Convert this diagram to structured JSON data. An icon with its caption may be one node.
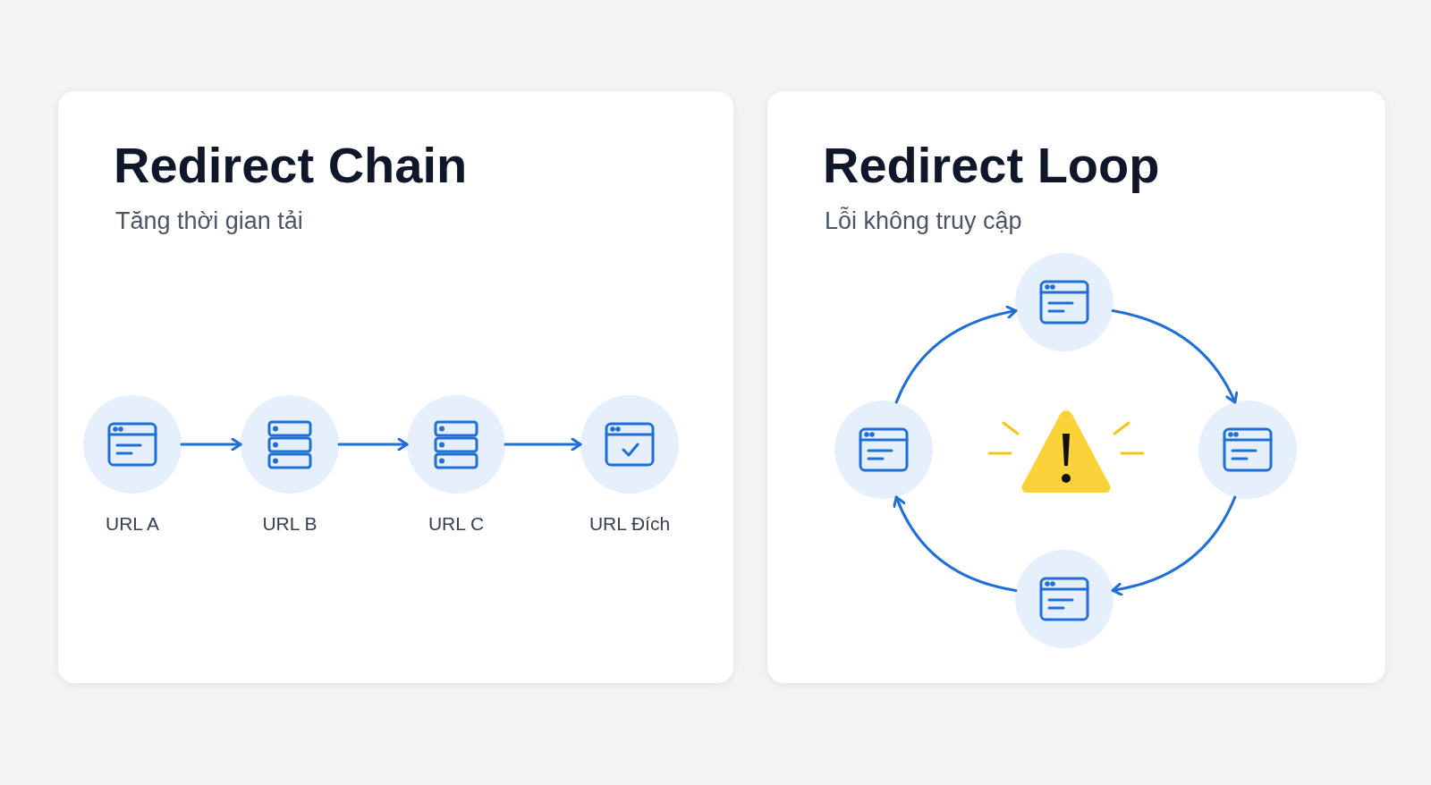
{
  "diagram": {
    "nodes": [
      {
        "text": [
          "Redirect Chain",
          "Tăng thời gian tải"
        ]
      },
      {
        "text": [
          "URL A"
        ],
        "in": 0
      },
      {
        "text": [
          "URL B"
        ],
        "in": 0
      },
      {
        "text": [
          "URL C"
        ],
        "in": 0
      },
      {
        "text": [
          "URL Đích"
        ],
        "in": 0
      },
      {
        "text": [
          "Redirect Loop",
          "Lỗi không truy cập"
        ]
      },
      {
        "text": [],
        "shape": "circle",
        "in": 5
      },
      {
        "text": [],
        "shape": "circle",
        "in": 5
      },
      {
        "text": [],
        "shape": "circle",
        "in": 5
      },
      {
        "text": [],
        "shape": "circle",
        "in": 5
      }
    ],
    "edges": [
      {
        "from": 1,
        "to": 2,
        "arrow": "to"
      },
      {
        "from": 2,
        "to": 3,
        "arrow": "to"
      },
      {
        "from": 3,
        "to": 4,
        "arrow": "to"
      },
      {
        "from": 6,
        "to": 8,
        "arrow": "to"
      },
      {
        "from": 8,
        "to": 9,
        "arrow": "to"
      },
      {
        "from": 9,
        "to": 7,
        "arrow": "to"
      },
      {
        "from": 7,
        "to": 6,
        "arrow": "to"
      }
    ]
  }
}
